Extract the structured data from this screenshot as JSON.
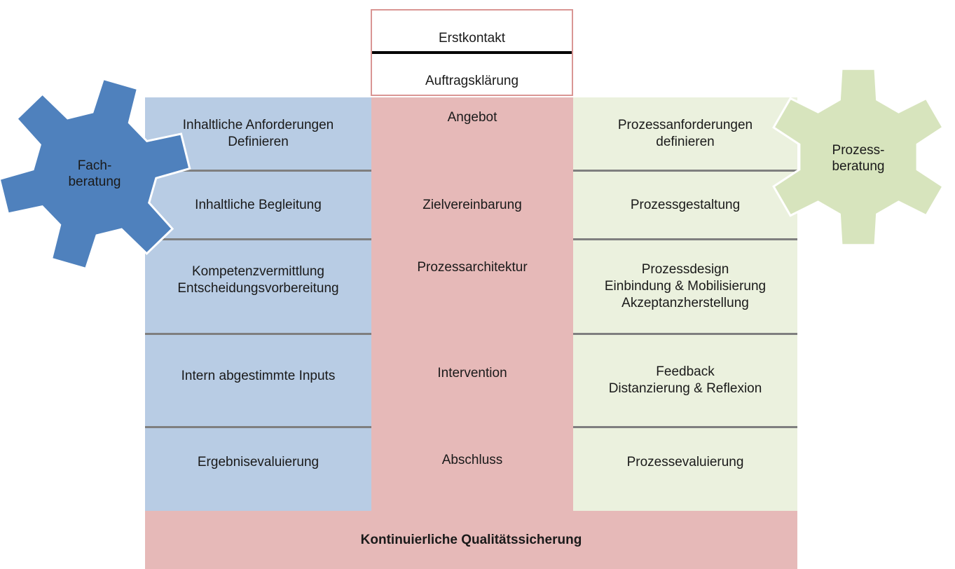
{
  "top_box": {
    "line1": "Erstkontakt",
    "line2": "Auftragsklärung"
  },
  "left_gear": {
    "line1": "Fach-",
    "line2": "beratung",
    "color": "#4f81bd",
    "stroke": "#ffffff"
  },
  "right_gear": {
    "line1": "Prozess-",
    "line2": "beratung",
    "color": "#d7e4bd",
    "stroke": "#ffffff"
  },
  "columns": {
    "left": {
      "color": "#b8cce4",
      "rows": [
        {
          "lines": [
            "Inhaltliche Anforderungen",
            "Definieren"
          ]
        },
        {
          "lines": [
            "Inhaltliche Begleitung"
          ]
        },
        {
          "lines": [
            "Kompetenzvermittlung",
            "Entscheidungsvorbereitung"
          ]
        },
        {
          "lines": [
            "Intern abgestimmte Inputs"
          ]
        },
        {
          "lines": [
            "Ergebnisevaluierung"
          ]
        }
      ]
    },
    "middle": {
      "color": "#e6b9b8",
      "rows": [
        {
          "lines": [
            "Angebot"
          ]
        },
        {
          "lines": [
            "Zielvereinbarung"
          ]
        },
        {
          "lines": [
            "Prozessarchitektur"
          ]
        },
        {
          "lines": [
            "Intervention"
          ]
        },
        {
          "lines": [
            "Abschluss"
          ]
        }
      ]
    },
    "right": {
      "color": "#ebf1de",
      "rows": [
        {
          "lines": [
            "Prozessanforderungen",
            "definieren"
          ]
        },
        {
          "lines": [
            "Prozessgestaltung"
          ]
        },
        {
          "lines": [
            "Prozessdesign",
            "Einbindung & Mobilisierung",
            "Akzeptanzherstellung"
          ]
        },
        {
          "lines": [
            "Feedback",
            "Distanzierung & Reflexion"
          ]
        },
        {
          "lines": [
            "Prozessevaluierung"
          ]
        }
      ]
    }
  },
  "bottom_bar": {
    "label": "Kontinuierliche Qualitätssicherung",
    "color": "#e6b9b8"
  }
}
